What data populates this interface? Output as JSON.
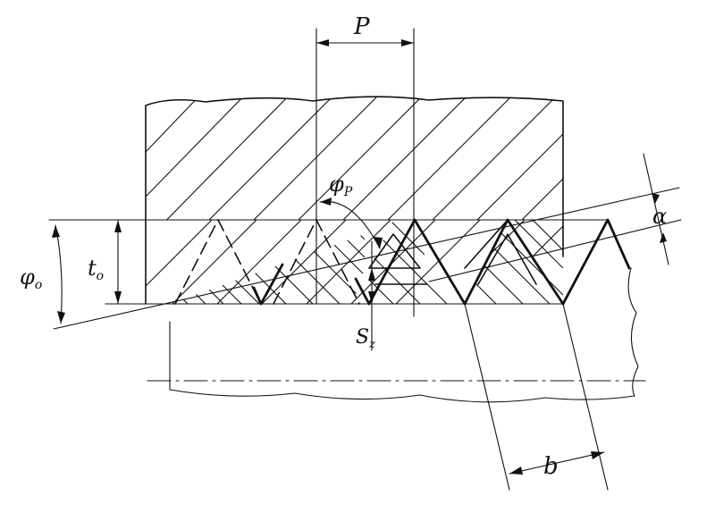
{
  "labels": {
    "pitch": "P",
    "phi_p": "φ",
    "phi_p_sub": "P",
    "phi_0": "φ",
    "phi_0_sub": "o",
    "t0": "t",
    "t0_sub": "o",
    "alpha": "α",
    "sz": "S",
    "sz_sub": "z",
    "b": "b"
  }
}
